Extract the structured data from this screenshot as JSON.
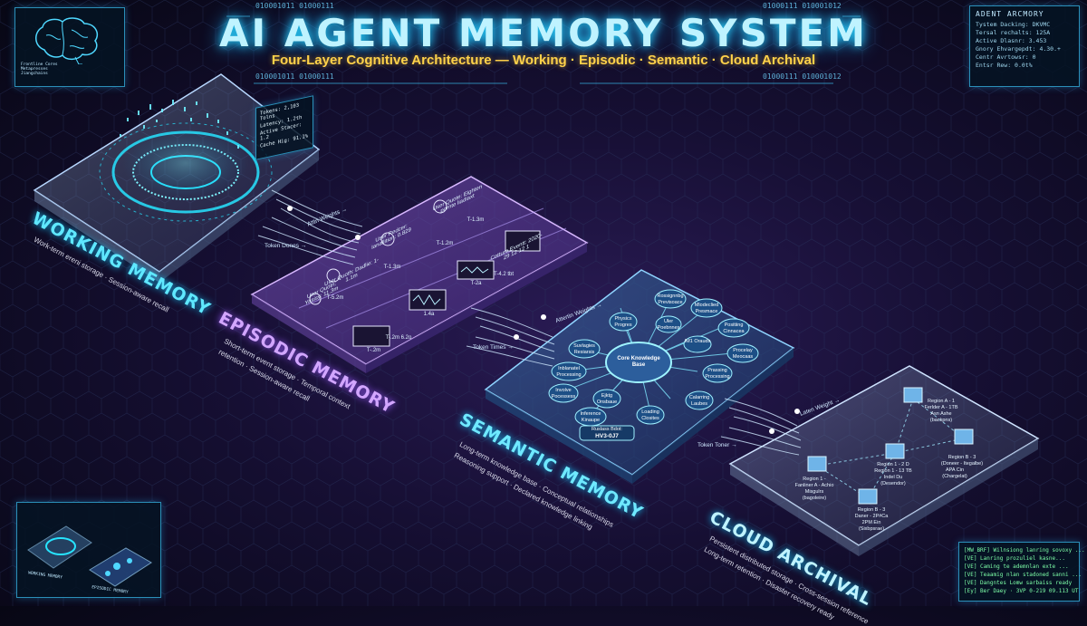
{
  "header": {
    "title": "AI AGENT MEMORY SYSTEM",
    "subtitle": "Four-Layer Cognitive Architecture — Working · Episodic · Semantic · Cloud Archival",
    "binary": [
      "010001011  01000111",
      "01000111 010001012",
      "010001011  01000111",
      "01000111  010001012"
    ]
  },
  "brain_panel": {
    "icon": "brain-icon",
    "lines": [
      "Frontline Cores",
      "Metapresses",
      "Jiangchains"
    ]
  },
  "status_panel": {
    "title": "ADENT ARCMORY",
    "lines": [
      "Tystem Dacking: DKVMC",
      "Tersal rechalts: 125A",
      "Active Dlasnr: 3.453",
      "Gnory Ehvargepdt: 4.30.+",
      "Centr Avrtowsr: 0",
      "Entsr Rew: 0.0t%"
    ]
  },
  "working": {
    "name": "WORKING MEMORY",
    "desc": "Work-term ereni storage · Session-aware recall",
    "stats": [
      "Tokens: 2,103 Tolns",
      "Latency: 1.2th",
      "Active Stacer: 1.2",
      "Cache Hig: 91.1%"
    ]
  },
  "episodic": {
    "name": "EPISODIC MEMORY",
    "desc": [
      "Short-term event storage · Temporal context",
      "retention · Session-aware recall"
    ],
    "events": [
      {
        "label": "User Quotn: Yasisy: 11.3m",
        "time": "T-5.2m"
      },
      {
        "label": "User Quoth: Dadlie: 1-1.1m",
        "time": "T-1.3m"
      },
      {
        "label": "User Redcer: Ianallition: 0.829",
        "time": "T-1.2m"
      },
      {
        "label": "User Quote: Eighten pornte liadiaxt",
        "time": "T-1.3m"
      },
      {
        "label": "Cotturo Eventt: 2020-29 12 12 1",
        "time": "T-4.2 tbt"
      }
    ],
    "frame_times": [
      "T-.2m",
      "1.4a",
      "T-2a",
      "T-.2m 6.2o"
    ]
  },
  "semantic": {
    "name": "SEMANTIC MEMORY",
    "desc": [
      "Long-term knowledge base · Conceptual relationships",
      "Reasoning support · Declared knowledge linking"
    ],
    "core": "Core Knowledge Base",
    "nodes": [
      "Rossignnbg Previsoace",
      "Mlodeclied Presmace",
      "Physics Progres",
      "Uler Poebnnex",
      "Positiing Cinnacea",
      "Suvlagies Resiarsis",
      "IM1 Orauds",
      "Procelay Meocaas",
      "Inblanatel Processing",
      "Prassing Processing",
      "Involve Pocessess",
      "Ejktg Onsbaue",
      "Calarring Laubes",
      "Inference Kinaupe",
      "Loading Closites"
    ],
    "version_label": "Ruslass Bdot:",
    "version_value": "HV3-0J7"
  },
  "cloud": {
    "name": "CLOUD ARCHIVAL",
    "desc": [
      "Persistent distributed storage · Cross-session reference",
      "Long-term retention · Disaster recovery ready"
    ],
    "regions": [
      {
        "lines": [
          "Region A - 1",
          "Ferlder A - 1TB",
          "Asn Ashe",
          "(backpns)"
        ]
      },
      {
        "lines": [
          "Region B - 3",
          "(Doneer -  Itegalbe)"
        ]
      },
      {
        "lines": [
          "Region 1 - 2 D",
          "Region 1 - 13 TB",
          "Indel Du",
          "(Desendor)"
        ]
      },
      {
        "lines": [
          "Region 1 -",
          "Fanliner A - Achio",
          "Misgulrs",
          "(bagoleire)"
        ]
      },
      {
        "lines": [
          "APA Cin",
          "(Chargelat)"
        ]
      },
      {
        "lines": [
          "Region B - 3",
          "Daner -  2P#Ca",
          "2PM Ein",
          "(Sixbpsrae)"
        ]
      }
    ]
  },
  "connectors": {
    "c1a": "Attin Weights →",
    "c1b": "Token Dones →",
    "c2a": "Attertin Weights →",
    "c2b": "Token Times →",
    "c3a": "Laten Weight →",
    "c3b": "Token Toner →"
  },
  "terminal": {
    "lines": [
      "[MW_BRF]  Wilnsiong lanring sovoxy ...",
      "[VE]  Lanring prozuliel kasne...",
      "[VE]  Caming te ademnlan exte ...",
      "[VE]  Teaamig nlan stadoned sanni ...",
      "[VE]  Dangntes Lomw sarbaiss ready",
      "[Ey] Ber Daey · 3VP 0-219 09.113 UT"
    ]
  },
  "thumbnail": {
    "labels": [
      "WORKING MEMORY",
      "EPISODIC MEMORY"
    ]
  },
  "colors": {
    "cyan": "#27e4ff",
    "purple": "#c89bff",
    "gold": "#ffd24a",
    "green": "#7dffa8"
  }
}
